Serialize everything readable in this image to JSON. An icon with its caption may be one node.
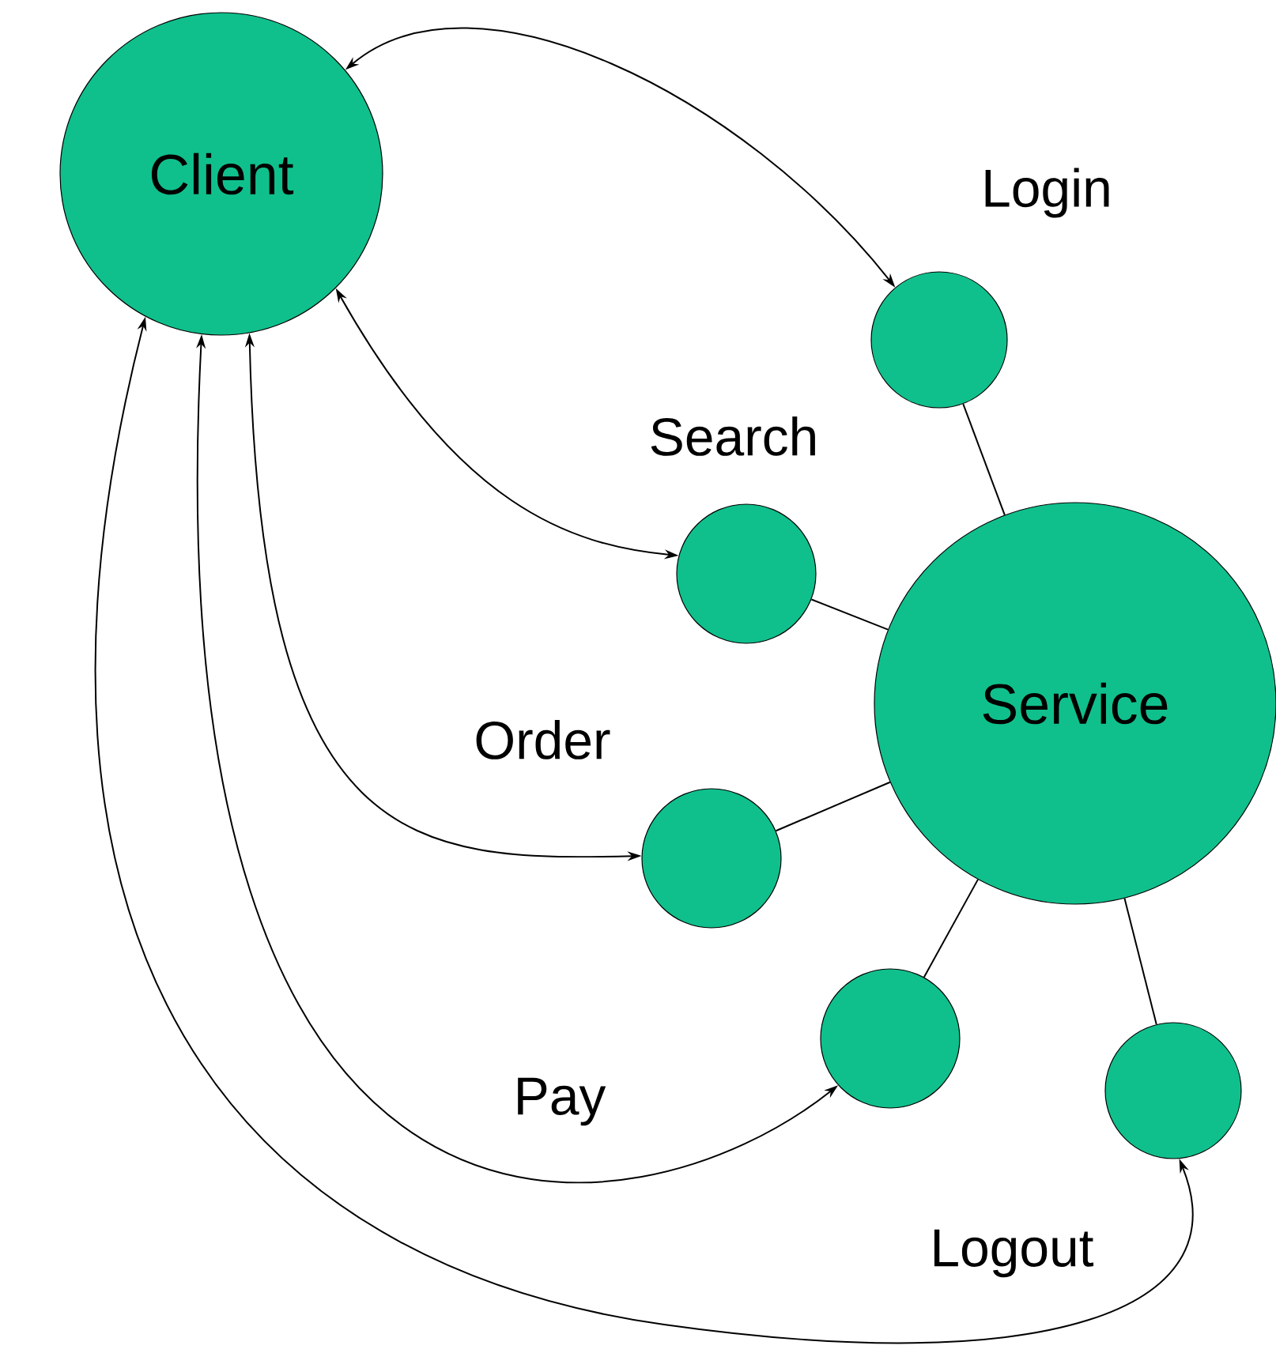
{
  "diagram": {
    "nodes": [
      {
        "text": [
          "Client"
        ]
      },
      {
        "text": [
          "Service"
        ]
      },
      {
        "text": [],
        "shape": "circle",
        "beside": [
          "Login"
        ]
      },
      {
        "text": [],
        "shape": "circle",
        "beside": [
          "Search"
        ]
      },
      {
        "text": [],
        "shape": "circle",
        "beside": [
          "Order"
        ]
      },
      {
        "text": [],
        "shape": "circle"
      },
      {
        "text": [],
        "shape": "circle",
        "beside": [
          "Logout"
        ]
      }
    ],
    "edges": [
      {
        "from": 0,
        "to": 2,
        "arrow": "both"
      },
      {
        "from": 0,
        "to": 3,
        "arrow": "both"
      },
      {
        "from": 0,
        "to": 4,
        "arrow": "both"
      },
      {
        "from": 0,
        "to": 5,
        "arrow": "both"
      },
      {
        "from": 0,
        "to": 6,
        "arrow": "both"
      },
      {
        "from": 1,
        "to": 2,
        "arrow": "none"
      },
      {
        "from": 1,
        "to": 3,
        "arrow": "none"
      },
      {
        "from": 1,
        "to": 4,
        "arrow": "none"
      },
      {
        "from": 1,
        "to": 5,
        "arrow": "none"
      },
      {
        "from": 1,
        "to": 6,
        "arrow": "none"
      }
    ],
    "labels": [
      "Pay"
    ]
  }
}
